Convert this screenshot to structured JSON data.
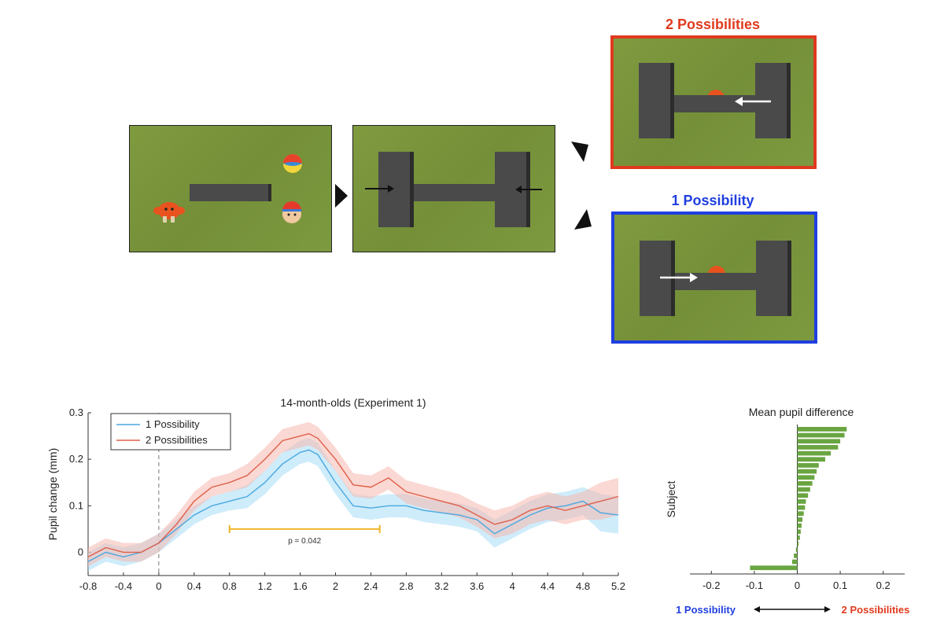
{
  "labels": {
    "two_possibilities": "2 Possibilities",
    "one_possibility": "1 Possibility"
  },
  "colors": {
    "red_accent": "#e03a1e",
    "blue_accent": "#1f3fe0",
    "grass": "#7d9a40",
    "block": "#4a4a4a",
    "series_one": "#4aa8e0",
    "series_two": "#e0604a",
    "bar_green": "#6aa542",
    "sig_bar": "#f0b429"
  },
  "icons": [
    "octopus-character-icon",
    "beach-ball-icon",
    "cartoon-face-icon",
    "arrow-left-icon",
    "arrow-right-icon",
    "triangle-pointer-icon"
  ],
  "chart_data": [
    {
      "type": "line",
      "title": "14-month-olds (Experiment 1)",
      "xlabel": "",
      "ylabel": "Pupil change (mm)",
      "xlim": [
        -0.8,
        5.2
      ],
      "ylim": [
        -0.05,
        0.3
      ],
      "xticks": [
        "-0.8",
        "-0.4",
        "0",
        "0.4",
        "0.8",
        "1.2",
        "1.6",
        "2",
        "2.4",
        "2.8",
        "3.2",
        "3.6",
        "4",
        "4.4",
        "4.8",
        "5.2"
      ],
      "yticks": [
        "0",
        "0.1",
        "0.2",
        "0.3"
      ],
      "legend_position": "top-left",
      "x": [
        -0.8,
        -0.6,
        -0.4,
        -0.2,
        0,
        0.2,
        0.4,
        0.6,
        0.8,
        1.0,
        1.2,
        1.4,
        1.6,
        1.7,
        1.8,
        2.0,
        2.2,
        2.4,
        2.6,
        2.8,
        3.0,
        3.2,
        3.4,
        3.6,
        3.8,
        4.0,
        4.2,
        4.4,
        4.6,
        4.8,
        5.0,
        5.2
      ],
      "series": [
        {
          "name": "1 Possibility",
          "values": [
            -0.02,
            0.0,
            -0.01,
            0.0,
            0.02,
            0.05,
            0.08,
            0.1,
            0.11,
            0.12,
            0.15,
            0.19,
            0.215,
            0.22,
            0.21,
            0.15,
            0.1,
            0.095,
            0.1,
            0.1,
            0.09,
            0.085,
            0.08,
            0.07,
            0.04,
            0.06,
            0.08,
            0.095,
            0.1,
            0.11,
            0.085,
            0.08
          ],
          "ci": [
            0.02,
            0.02,
            0.02,
            0.02,
            0.02,
            0.02,
            0.02,
            0.02,
            0.02,
            0.025,
            0.025,
            0.025,
            0.025,
            0.025,
            0.025,
            0.025,
            0.025,
            0.025,
            0.025,
            0.025,
            0.025,
            0.025,
            0.025,
            0.025,
            0.03,
            0.03,
            0.03,
            0.03,
            0.03,
            0.03,
            0.04,
            0.04
          ]
        },
        {
          "name": "2 Possibilities",
          "values": [
            -0.01,
            0.01,
            0.0,
            0.0,
            0.02,
            0.06,
            0.11,
            0.14,
            0.15,
            0.165,
            0.2,
            0.24,
            0.25,
            0.255,
            0.245,
            0.2,
            0.145,
            0.14,
            0.16,
            0.13,
            0.12,
            0.11,
            0.1,
            0.08,
            0.06,
            0.07,
            0.09,
            0.1,
            0.09,
            0.1,
            0.11,
            0.12
          ],
          "ci": [
            0.02,
            0.02,
            0.02,
            0.02,
            0.02,
            0.02,
            0.02,
            0.02,
            0.02,
            0.025,
            0.025,
            0.025,
            0.025,
            0.025,
            0.025,
            0.025,
            0.025,
            0.025,
            0.025,
            0.025,
            0.025,
            0.025,
            0.025,
            0.025,
            0.03,
            0.03,
            0.03,
            0.03,
            0.03,
            0.03,
            0.04,
            0.04
          ]
        }
      ],
      "vline_x": 0,
      "annotations": [
        {
          "text": "p = 0.042",
          "x_start": 0.8,
          "x_end": 2.5,
          "y": 0.05
        }
      ]
    },
    {
      "type": "bar",
      "orientation": "horizontal",
      "title": "Mean pupil difference",
      "ylabel": "Subject",
      "xlim": [
        -0.25,
        0.25
      ],
      "xticks": [
        "-0.2",
        "-0.1",
        "0",
        "0.1",
        "0.2"
      ],
      "values": [
        0.115,
        0.11,
        0.1,
        0.095,
        0.078,
        0.065,
        0.05,
        0.045,
        0.04,
        0.035,
        0.03,
        0.025,
        0.02,
        0.018,
        0.015,
        0.012,
        0.01,
        0.008,
        0.006,
        0.003,
        -0.003,
        -0.008,
        -0.012,
        -0.11
      ],
      "left_label": "1 Possibility",
      "right_label": "2 Possibilities"
    }
  ]
}
